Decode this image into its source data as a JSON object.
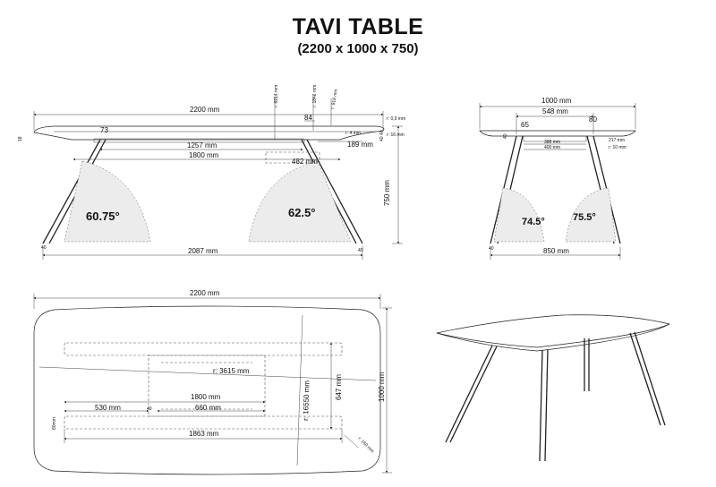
{
  "header": {
    "title": "TAVI TABLE",
    "subtitle": "(2200 x 1000 x 750)"
  },
  "front_view": {
    "width": "2200 mm",
    "r1": "r: 6914 mm",
    "r2": "r: 1846 mm",
    "r3": "r: 918 mm",
    "d84": "84",
    "d18": "18",
    "d09": "r: 0,9 mm",
    "d16": "r: 16 mm",
    "d4": "r: 4 mm",
    "d4040": "40 40",
    "len1257": "1257 mm",
    "len1800": "1800 mm",
    "len189": "189 mm",
    "len482": "482 mm",
    "leg_h": "750 mm",
    "leg_b": "2087 mm",
    "a1": "60.75°",
    "a2": "62.5°",
    "small40a": "40",
    "small40b": "40",
    "d73": "73"
  },
  "side_view": {
    "width": "1000 mm",
    "top548": "548 mm",
    "d65": "65",
    "d80": "80",
    "d388": "388 mm",
    "d400": "400 mm",
    "d217": "217 mm",
    "r10": "r: 10 mm",
    "base850": "850 mm",
    "a1": "74.5°",
    "a2": "75.5°",
    "small40": "40",
    "left40": "40"
  },
  "top_view": {
    "width": "2200 mm",
    "r3615": "r: 3615 mm",
    "r16550": "r: 16550 mm",
    "d647": "647 mm",
    "d1000": "1000 mm",
    "d1800": "1800 mm",
    "d530": "530 mm",
    "d40": "40",
    "d660": "660 mm",
    "d1863": "1863 mm",
    "d80": "80mm",
    "r160": "r: 160 mm"
  }
}
